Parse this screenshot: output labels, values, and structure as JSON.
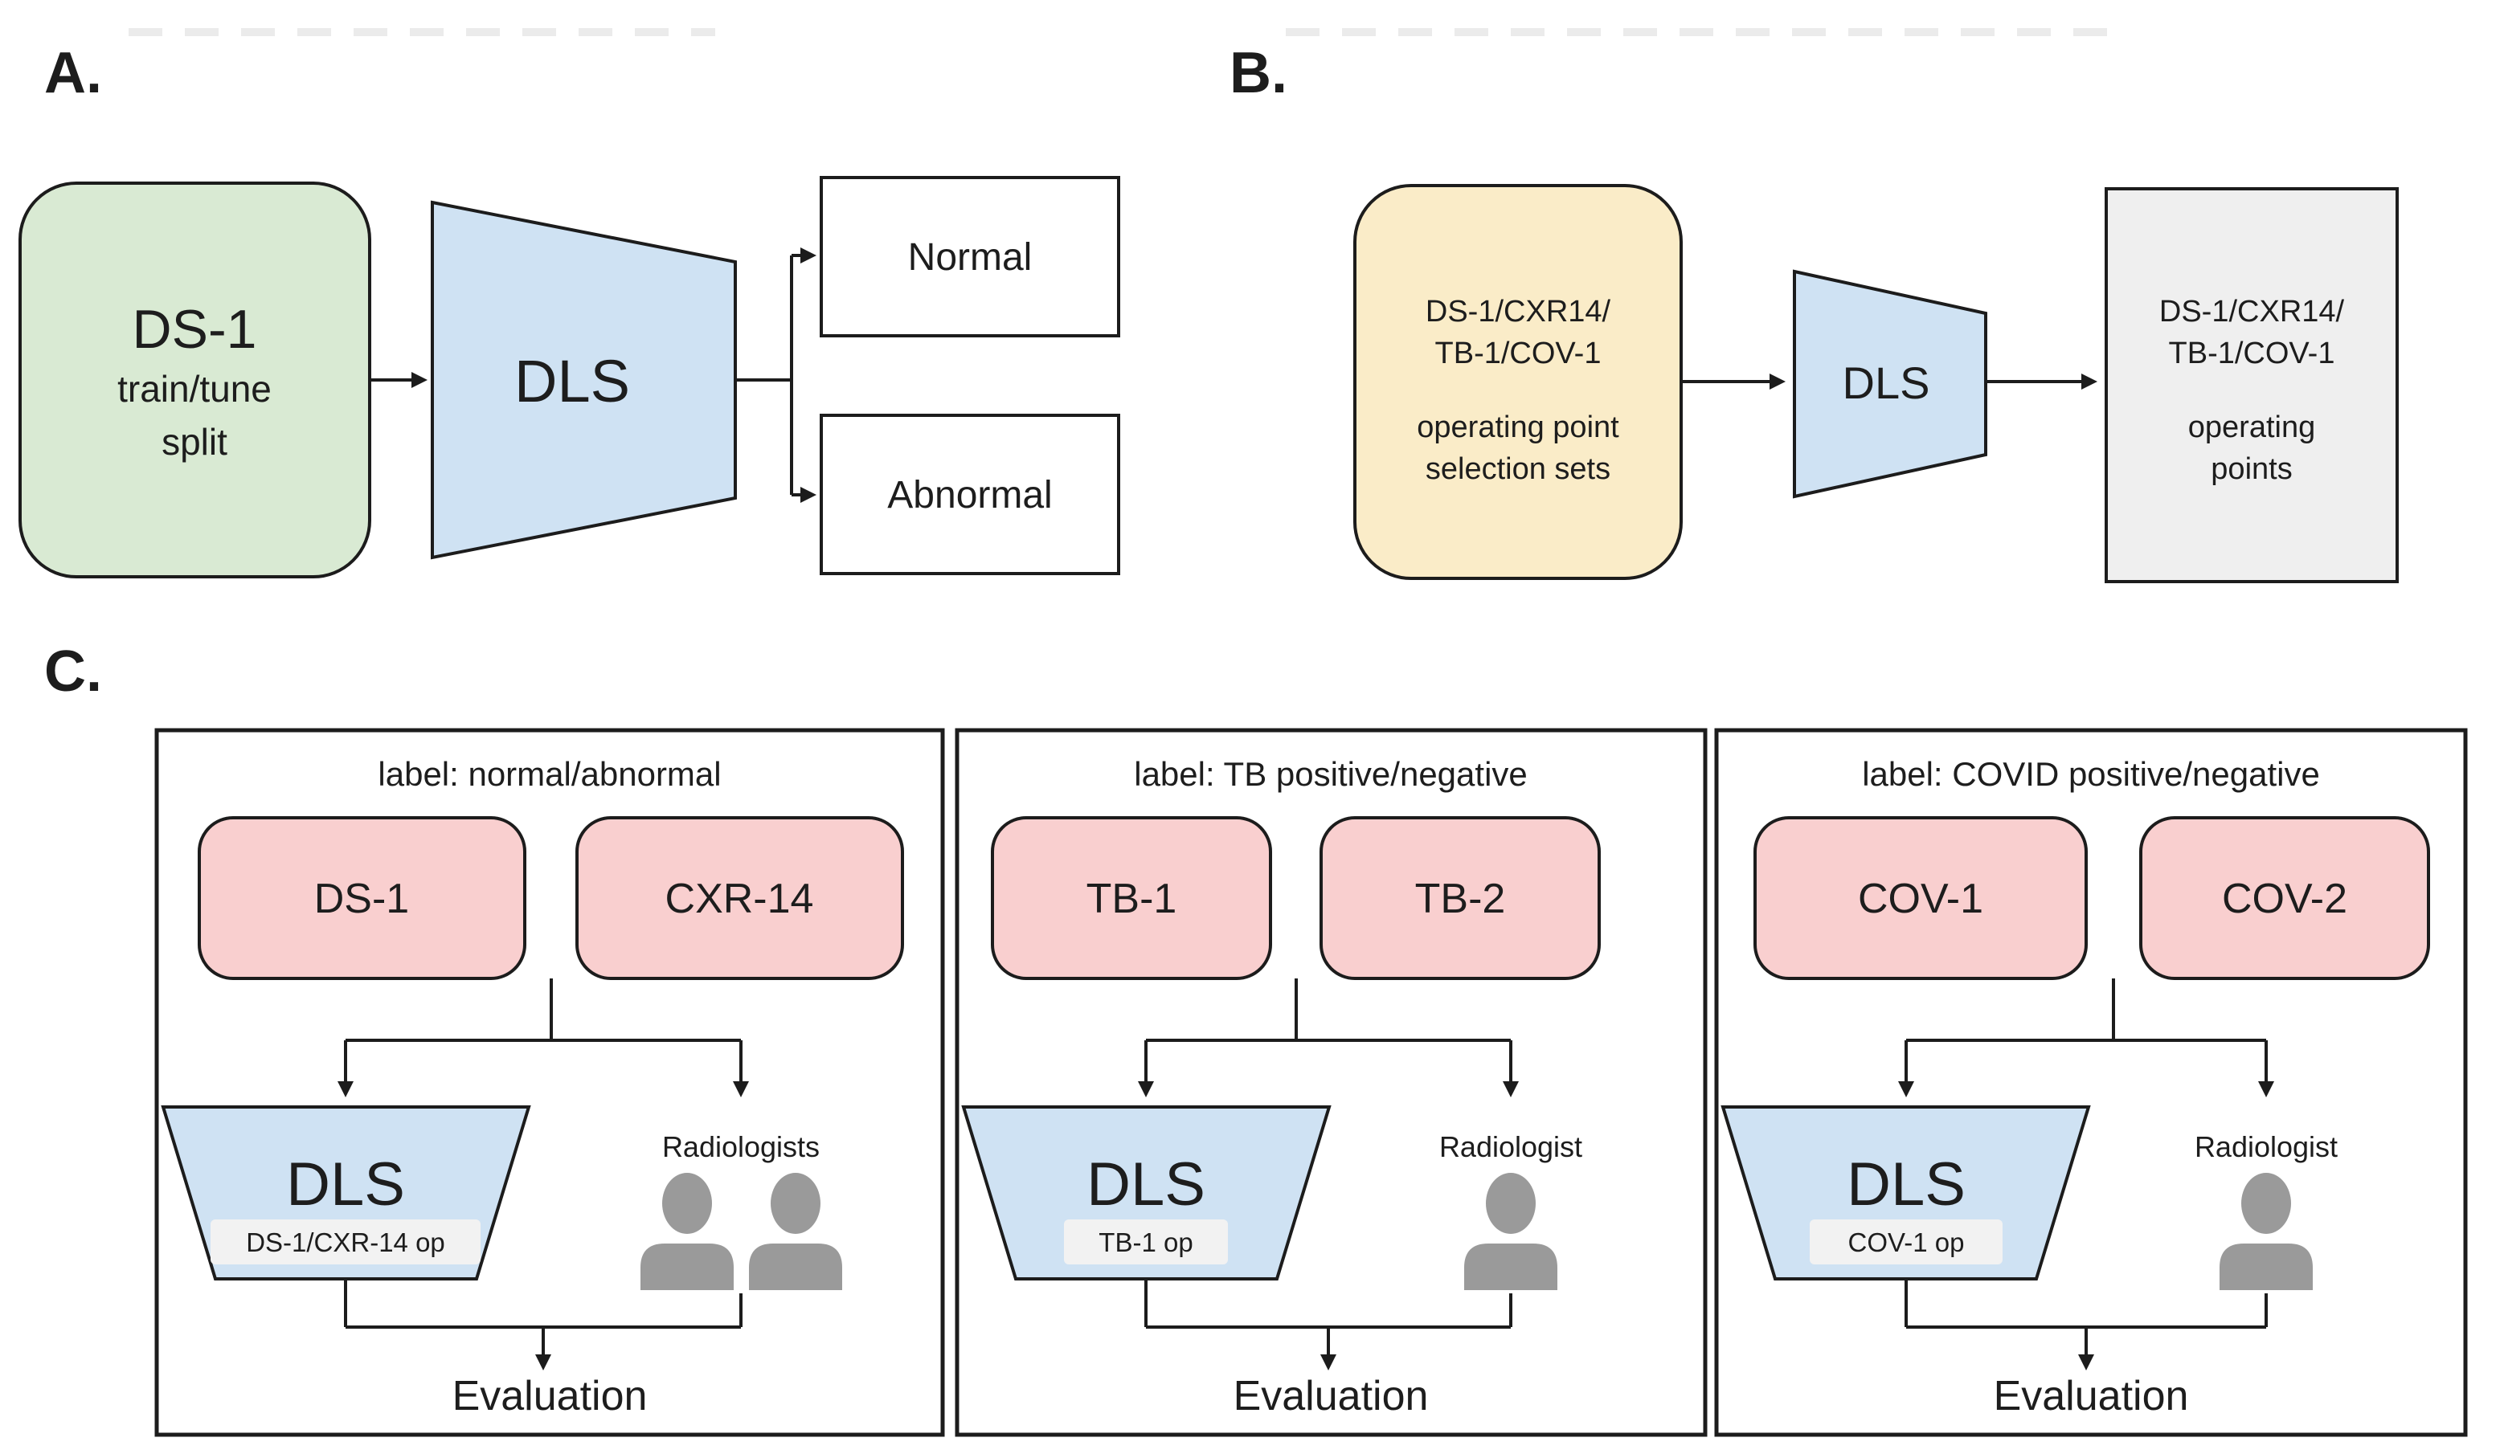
{
  "colors": {
    "dataset_green": "#d9ead3",
    "model_blue": "#cfe2f3",
    "selection_yellow": "#faecc8",
    "output_gray": "#efefef",
    "eval_pink": "#f9cfcf",
    "person_gray": "#9a9a9a",
    "op_strip_bg": "#f2f2f2",
    "artifact_gray": "#ebebeb",
    "panel_white": "#ffffff"
  },
  "panel_a": {
    "label": "A.",
    "train_box": {
      "title": "DS-1",
      "line1": "train/tune",
      "line2": "split"
    },
    "model_label": "DLS",
    "output_normal": "Normal",
    "output_abnormal": "Abnormal"
  },
  "panel_b": {
    "label": "B.",
    "input_box": {
      "line1": "DS-1/CXR14/",
      "line2": "TB-1/COV-1",
      "line3": "operating point",
      "line4": "selection sets"
    },
    "model_label": "DLS",
    "output_box": {
      "line1": "DS-1/CXR14/",
      "line2": "TB-1/COV-1",
      "line3": "operating",
      "line4": "points"
    }
  },
  "panel_c": {
    "label": "C.",
    "subpanels": [
      {
        "title": "label: normal/abnormal",
        "dataset_left": "DS-1",
        "dataset_right": "CXR-14",
        "model_label": "DLS",
        "operating_point": "DS-1/CXR-14 op",
        "reader_label": "Radiologists",
        "reader_count": 2,
        "evaluation_label": "Evaluation"
      },
      {
        "title": "label: TB positive/negative",
        "dataset_left": "TB-1",
        "dataset_right": "TB-2",
        "model_label": "DLS",
        "operating_point": "TB-1 op",
        "reader_label": "Radiologist",
        "reader_count": 1,
        "evaluation_label": "Evaluation"
      },
      {
        "title": "label: COVID positive/negative",
        "dataset_left": "COV-1",
        "dataset_right": "COV-2",
        "model_label": "DLS",
        "operating_point": "COV-1 op",
        "reader_label": "Radiologist",
        "reader_count": 1,
        "evaluation_label": "Evaluation"
      }
    ]
  }
}
